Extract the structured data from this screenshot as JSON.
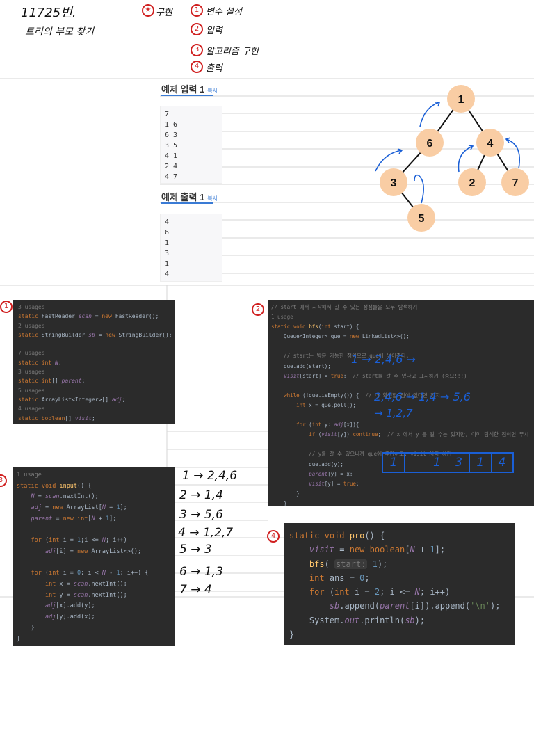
{
  "header": {
    "problem_no": "11725번.",
    "problem_title": "트리의 부모 찾기",
    "impl_label": "구현",
    "steps": [
      {
        "mark": "1",
        "text": "변수 설정"
      },
      {
        "mark": "2",
        "text": "입력"
      },
      {
        "mark": "3",
        "text": "알고리즘 구현"
      },
      {
        "mark": "4",
        "text": "출력"
      }
    ]
  },
  "sample_input": {
    "title": "예제 입력 1",
    "copy": "복사",
    "lines": [
      "7",
      "1 6",
      "6 3",
      "3 5",
      "4 1",
      "2 4",
      "4 7"
    ]
  },
  "sample_output": {
    "title": "예제 출력 1",
    "copy": "복사",
    "lines": [
      "4",
      "6",
      "1",
      "3",
      "1",
      "4"
    ]
  },
  "tree": {
    "node_color": "#f9cda4",
    "arrow_color": "#1a5fd6",
    "nodes": [
      "1",
      "6",
      "4",
      "3",
      "2",
      "7",
      "5"
    ]
  },
  "adjacency_notes": [
    "1 → 2,4,6",
    "2 → 1,4",
    "3 → 5,6",
    "4 → 1,2,7",
    "5 → 3",
    "6 → 1,3",
    "7 → 4"
  ],
  "annotations": {
    "queue_trace": "1 → 2,4,6 →",
    "poll_trace": "2,4,6 → 1,4 → 5,6",
    "children_trace": "→ 1,2,7",
    "parent_cells": [
      "1",
      "",
      "1",
      "3",
      "1",
      "4"
    ]
  },
  "section_marks": {
    "vars": "1",
    "bfs": "2",
    "input": "3",
    "pro": "4"
  },
  "code_vars": {
    "lines": [
      {
        "usage": "3 usages",
        "code": "static FastReader scan = new FastReader();"
      },
      {
        "usage": "2 usages",
        "code": "static StringBuilder sb = new StringBuilder();"
      },
      {
        "usage": "7 usages",
        "code": "static int N;"
      },
      {
        "usage": "3 usages",
        "code": "static int[] parent;"
      },
      {
        "usage": "5 usages",
        "code": "static ArrayList<Integer>[] adj;"
      },
      {
        "usage": "4 usages",
        "code": "static boolean[] visit;"
      }
    ]
  },
  "code_input": {
    "usage": "1 usage",
    "lines": [
      "static void input() {",
      "    N = scan.nextInt();",
      "    adj = new ArrayList[N + 1];",
      "    parent = new int[N + 1];",
      "",
      "    for (int i = 1;i <= N; i++)",
      "        adj[i] = new ArrayList<>();",
      "",
      "    for (int i = 0; i < N - 1; i++) {",
      "        int x = scan.nextInt();",
      "        int y = scan.nextInt();",
      "        adj[x].add(y);",
      "        adj[y].add(x);",
      "    }",
      "}"
    ]
  },
  "code_bfs": {
    "comment_top": "// start 에서 시작해서 갈 수 있는 정점들을 모두 탐색하기",
    "usage": "1 usage",
    "lines": [
      "static void bfs(int start) {",
      "    Queue<Integer> que = new LinkedList<>();",
      "",
      "    // start는 방문 가능한 점이므로 que에 넣어준다.",
      "    que.add(start);",
      "    visit[start] = true;  // start를 갈 수 있다고 표시하기 (중요!!!)",
      "",
      "    while (!que.isEmpty()) {  // 더 확인할 점이 없다면 정지",
      "        int x = que.poll();",
      "",
      "        for (int y: adj[x]){",
      "            if (visit[y]) continue;  // x 에서 y 를 갈 수는 있지만, 이미 탐색한 점이면 무시",
      "",
      "            // y를 갈 수 있으니까 que에 추가하고, visit 처리 하기!",
      "            que.add(y);",
      "            parent[y] = x;",
      "            visit[y] = true;",
      "        }",
      "    }",
      "}"
    ]
  },
  "code_pro": {
    "lines": [
      "static void pro() {",
      "    visit = new boolean[N + 1];",
      "    bfs( start: 1);",
      "    int ans = 0;",
      "    for (int i = 2; i <= N; i++)",
      "        sb.append(parent[i]).append('\\n');",
      "    System.out.println(sb);",
      "}"
    ]
  }
}
